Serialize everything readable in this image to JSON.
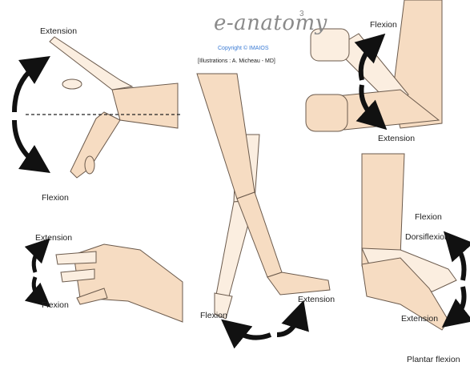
{
  "logo": {
    "brand_text": "e-anatomy",
    "superscript": "3",
    "copyright": "Copyright © IMAIOS",
    "illustrator": "[Illustrations : A. Micheau - MD]"
  },
  "labels": {
    "wrist_extension": "Extension",
    "wrist_flexion": "Flexion",
    "finger_extension": "Extension",
    "finger_flexion": "Flexion",
    "elbow_flexion": "Flexion",
    "elbow_extension": "Extension",
    "ankle_flexion": "Flexion",
    "ankle_dorsiflexion": "Dorsiflexion",
    "ankle_extension": "Extension",
    "ankle_plantar_flexion": "Plantar flexion",
    "leg_flexion": "Flexion",
    "leg_extension": "Extension"
  },
  "colors": {
    "skin": "#f6dcc2",
    "skin_light": "#fbeee0",
    "outline": "#6b5a4c",
    "arrow": "#111111"
  }
}
